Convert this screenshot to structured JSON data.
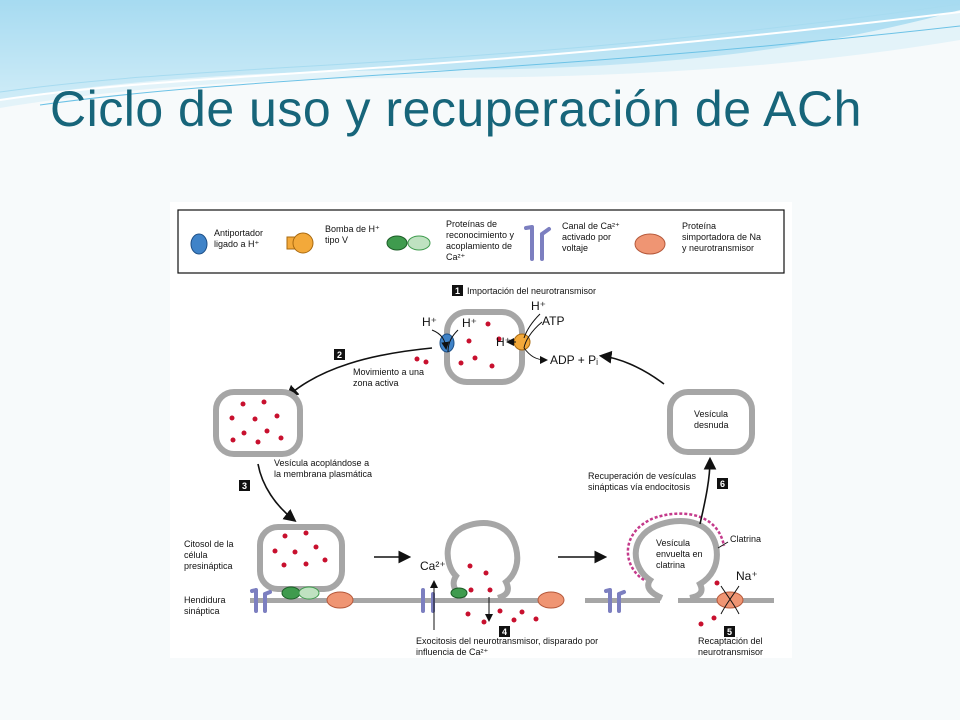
{
  "slide": {
    "title": "Ciclo de uso y recuperación de ACh"
  },
  "colors": {
    "title": "#17657a",
    "membrane": "#a6a6a6",
    "dot": "#c8102e",
    "antiporter": "#3f83c8",
    "pump": "#f3a93a",
    "protein_green": "#3f9b4e",
    "protein_green_light": "#bfe2c1",
    "channel": "#7c7fc0",
    "symporter": "#ef9573",
    "clathrin": "#c43a8b",
    "step_box": "#111111"
  },
  "legend": {
    "antiporter": [
      "Antiportador",
      "ligado a H⁺"
    ],
    "pump": [
      "Bomba de H⁺",
      "tipo V"
    ],
    "proteins": [
      "Proteínas de",
      "reconocimiento y",
      "acoplamiento de",
      "Ca²⁺"
    ],
    "channel": [
      "Canal de Ca²⁺",
      "activado por",
      "voltaje"
    ],
    "symporter": [
      "Proteína",
      "simportadora de Na",
      "y neurotransmisor"
    ]
  },
  "steps": [
    {
      "number": "1",
      "label": [
        "Importación del neurotransmisor"
      ]
    },
    {
      "number": "2",
      "label": [
        "Movimiento a una",
        "zona activa"
      ]
    },
    {
      "number": "3",
      "label": [
        "Vesícula acoplándose a",
        "la membrana plasmática"
      ]
    },
    {
      "number": "4",
      "label": [
        "Exocitosis del neurotransmisor, disparado por",
        "influencia de Ca²⁺"
      ]
    },
    {
      "number": "5",
      "label": [
        "Recaptación del",
        "neurotransmisor"
      ]
    },
    {
      "number": "6",
      "label": [
        "Recuperación de vesículas",
        "sinápticas vía endocitosis"
      ]
    }
  ],
  "labels": {
    "h_plus": "H⁺",
    "atp": "ATP",
    "adp": "ADP + Pᵢ",
    "ca": "Ca²⁺",
    "na": "Na⁺",
    "naked_vesicle": [
      "Vesícula",
      "desnuda"
    ],
    "coated_vesicle": [
      "Vesícula",
      "envuelta en",
      "clatrina"
    ],
    "clathrin": "Clatrina",
    "cytosol": [
      "Citosol de la",
      "célula",
      "presináptica"
    ],
    "cleft": [
      "Hendidura",
      "sináptica"
    ]
  }
}
